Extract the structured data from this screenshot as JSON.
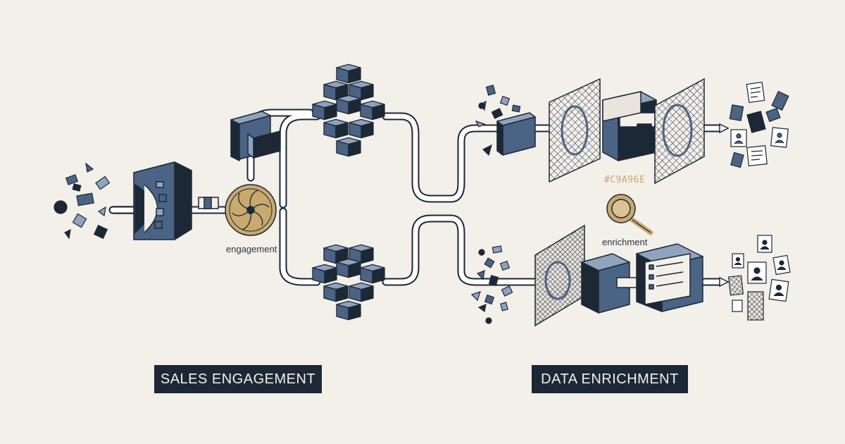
{
  "labels": {
    "fan": "engagement",
    "magnifier": "enrichment",
    "color_code": "#C9A96E"
  },
  "sections": {
    "left": "SALES ENGAGEMENT",
    "right": "DATA ENRICHMENT"
  },
  "colors": {
    "background": "#f3efe9",
    "ink": "#1c2836",
    "slate": "#4b6384",
    "slate_light": "#8fa3bf",
    "gold": "#c9a96e",
    "pipe": "#ffffff"
  }
}
